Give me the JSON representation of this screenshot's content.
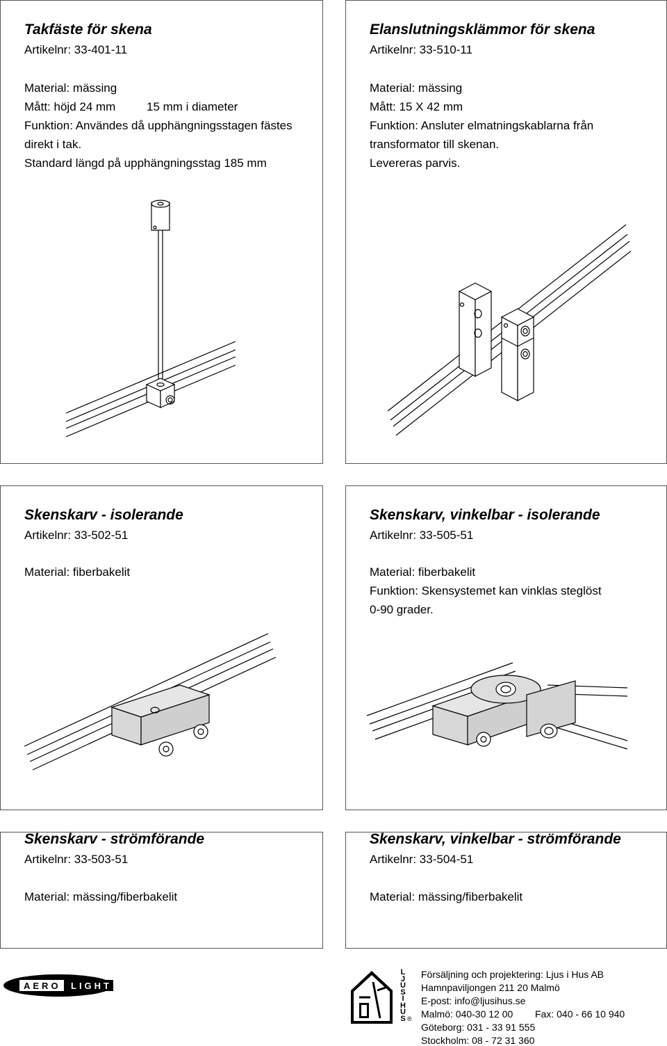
{
  "cards": [
    {
      "title": "Takfäste för skena",
      "article": "Artikelnr: 33-401-11",
      "lines": [
        "Material: mässing",
        "Mått: höjd 24 mm",
        "15 mm i diameter",
        "Funktion: Användes då upphängningsstagen fästes",
        "direkt i tak.",
        "Standard längd på upphängningsstag 185 mm"
      ]
    },
    {
      "title": "Elanslutningsklämmor för skena",
      "article": "Artikelnr: 33-510-11",
      "lines": [
        "Material: mässing",
        "Mått: 15 X 42 mm",
        "Funktion: Ansluter elmatningskablarna från",
        "transformator till skenan.",
        "Levereras parvis."
      ]
    },
    {
      "title": "Skenskarv - isolerande",
      "article": "Artikelnr: 33-502-51",
      "lines": [
        "Material: fiberbakelit"
      ]
    },
    {
      "title": "Skenskarv, vinkelbar - isolerande",
      "article": "Artikelnr: 33-505-51",
      "lines": [
        "Material: fiberbakelit",
        "Funktion: Skensystemet kan vinklas steglöst",
        "0-90 grader."
      ]
    },
    {
      "title": "Skenskarv - strömförande",
      "article": "Artikelnr: 33-503-51",
      "lines": [
        "Material: mässing/fiberbakelit"
      ]
    },
    {
      "title": "Skenskarv, vinkelbar - strömförande",
      "article": "Artikelnr: 33-504-51",
      "lines": [
        "Material: mässing/fiberbakelit"
      ]
    }
  ],
  "footer": {
    "aerolight_left": "AERO",
    "aerolight_right": "LIGHT",
    "ljusihus_letters": [
      "L",
      "J",
      "U",
      "S",
      "I",
      "H",
      "U",
      "S"
    ],
    "registered": "®",
    "contact": [
      "Försäljning och projektering: Ljus i Hus AB",
      "Hamnpaviljongen 211 20 Malmö",
      "E-post: info@ljusihus.se",
      "Malmö: 040-30 12 00",
      "Fax: 040 - 66 10 940",
      "Göteborg: 031 - 33 91 555",
      "Stockholm: 08 - 72 31 360"
    ]
  }
}
